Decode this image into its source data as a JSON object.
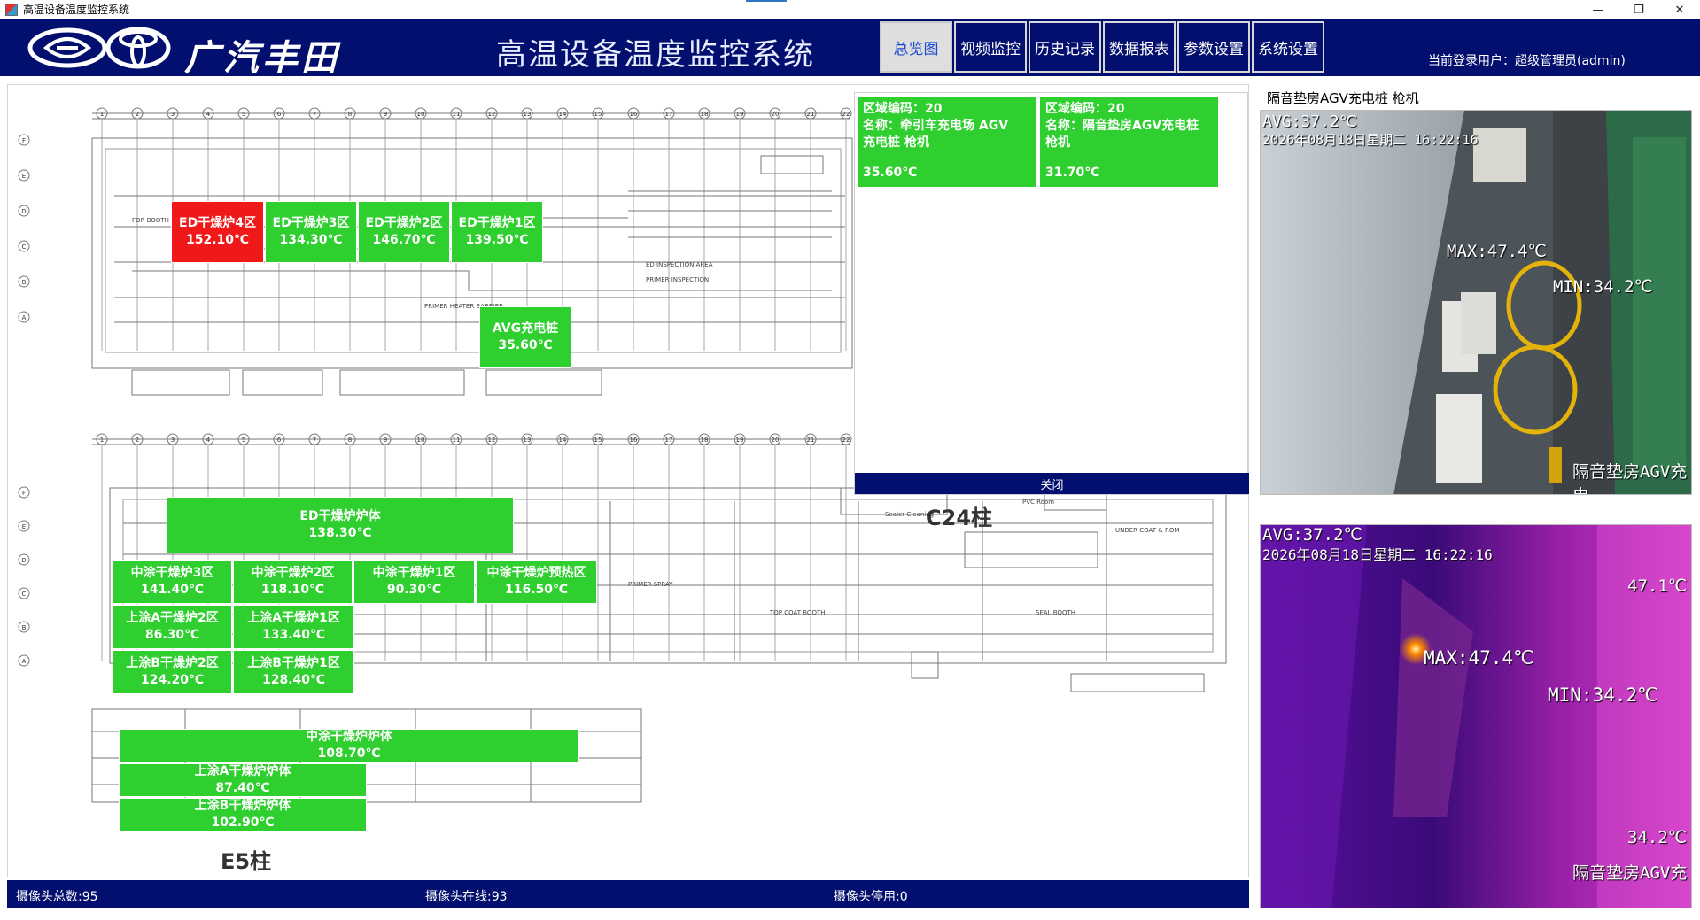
{
  "window": {
    "title": "高温设备温度监控系统",
    "controls": [
      "—",
      "❐",
      "✕"
    ]
  },
  "header": {
    "brand": "广汽丰田",
    "title": "高温设备温度监控系统",
    "nav": [
      {
        "label": "总览图",
        "active": true
      },
      {
        "label": "视频监控",
        "active": false
      },
      {
        "label": "历史记录",
        "active": false
      },
      {
        "label": "数据报表",
        "active": false
      },
      {
        "label": "参数设置",
        "active": false
      },
      {
        "label": "系统设置",
        "active": false
      }
    ],
    "login_user": "当前登录用户：超级管理员(admin)"
  },
  "map": {
    "upper_axis_numbers": [
      "1",
      "2",
      "3",
      "4",
      "5",
      "6",
      "7",
      "8",
      "9",
      "10",
      "11",
      "12",
      "13",
      "14",
      "15",
      "16",
      "17",
      "18",
      "19",
      "20",
      "21",
      "22"
    ],
    "upper_axis_letters": [
      "F",
      "E",
      "D",
      "C",
      "B",
      "A"
    ],
    "pillar_labels": {
      "c24": "C24柱",
      "e5": "E5柱"
    },
    "zones": [
      {
        "name": "ED干燥炉4区",
        "temp": "152.10℃",
        "alarm": true
      },
      {
        "name": "ED干燥炉3区",
        "temp": "134.30℃",
        "alarm": false
      },
      {
        "name": "ED干燥炉2区",
        "temp": "146.70℃",
        "alarm": false
      },
      {
        "name": "ED干燥炉1区",
        "temp": "139.50℃",
        "alarm": false
      },
      {
        "name": "AVG充电桩",
        "temp": "35.60℃",
        "alarm": false
      },
      {
        "name": "ED干燥炉炉体",
        "temp": "138.30℃",
        "alarm": false
      },
      {
        "name": "中涂干燥炉3区",
        "temp": "141.40℃",
        "alarm": false
      },
      {
        "name": "中涂干燥炉2区",
        "temp": "118.10℃",
        "alarm": false
      },
      {
        "name": "中涂干燥炉1区",
        "temp": "90.30℃",
        "alarm": false
      },
      {
        "name": "中涂干燥炉预热区",
        "temp": "116.50℃",
        "alarm": false
      },
      {
        "name": "上涂A干燥炉2区",
        "temp": "86.30℃",
        "alarm": false
      },
      {
        "name": "上涂A干燥炉1区",
        "temp": "133.40℃",
        "alarm": false
      },
      {
        "name": "上涂B干燥炉2区",
        "temp": "124.20℃",
        "alarm": false
      },
      {
        "name": "上涂B干燥炉1区",
        "temp": "128.40℃",
        "alarm": false
      },
      {
        "name": "中涂干燥炉炉体",
        "temp": "108.70℃",
        "alarm": false
      },
      {
        "name": "上涂A干燥炉炉体",
        "temp": "87.40℃",
        "alarm": false
      },
      {
        "name": "上涂B干燥炉炉体",
        "temp": "102.90℃",
        "alarm": false
      }
    ]
  },
  "popup": {
    "cards": [
      {
        "code": "区域编码：20",
        "name_line1": "名称：牵引车充电场 AGV",
        "name_line2": "充电桩 枪机",
        "temp": "35.60℃"
      },
      {
        "code": "区域编码：20",
        "name_line1": "名称：隔音垫房AGV充电桩",
        "name_line2": "枪机",
        "temp": "31.70℃"
      }
    ],
    "close_label": "关闭"
  },
  "camera": {
    "title": "隔音垫房AGV充电桩 枪机",
    "osd_avg": "AVG:37.2℃",
    "osd_datetime": "2026年08月18日星期二 16:22:16",
    "osd_max": "MAX:47.4℃",
    "osd_min": "MIN:34.2℃",
    "osd_name": "隔音垫房AGV充电"
  },
  "thermal": {
    "osd_avg": "AVG:37.2℃",
    "osd_datetime": "2026年08月18日星期二 16:22:16",
    "scale_max": "47.1℃",
    "osd_max": "MAX:47.4℃",
    "osd_min": "MIN:34.2℃",
    "scale_min": "34.2℃",
    "osd_name": "隔音垫房AGV充"
  },
  "status": {
    "total": "摄像头总数:95",
    "online": "摄像头在线:93",
    "disabled": "摄像头停用:0"
  }
}
